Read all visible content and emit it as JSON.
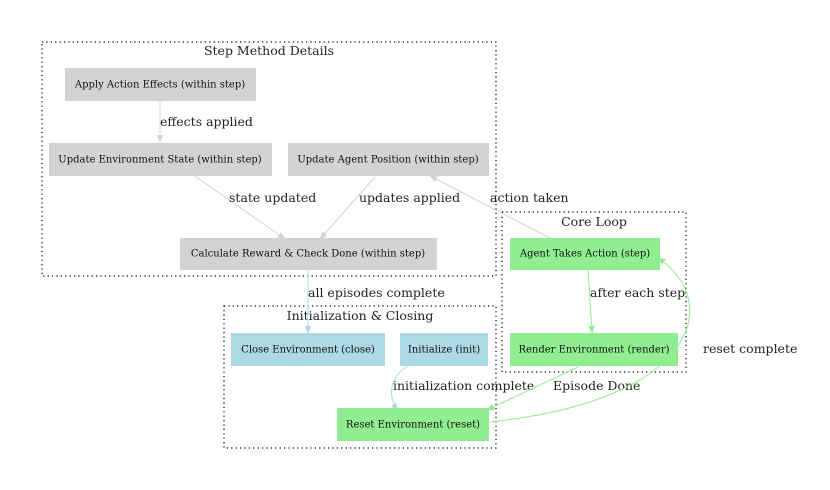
{
  "colors": {
    "gray": "#d3d3d3",
    "blue": "#add8e6",
    "green": "#90ee90"
  },
  "clusters": {
    "step": "Step Method Details",
    "init": "Initialization & Closing",
    "core": "Core Loop"
  },
  "nodes": {
    "apply_action": "Apply Action Effects (within step)",
    "update_env": "Update Environment State (within step)",
    "update_agent": "Update Agent Position (within step)",
    "calc_reward": "Calculate Reward & Check Done (within step)",
    "close_env": "Close Environment (close)",
    "initialize": "Initialize (init)",
    "reset_env": "Reset Environment (reset)",
    "agent_action": "Agent Takes Action (step)",
    "render_env": "Render Environment (render)"
  },
  "edges": {
    "effects_applied": "effects applied",
    "state_updated": "state updated",
    "updates_applied": "updates applied",
    "action_taken": "action taken",
    "all_episodes_complete": "all episodes complete",
    "after_each_step": "after each step",
    "reset_complete": "reset complete",
    "initialization_complete": "initialization complete",
    "episode_done": "Episode Done"
  }
}
